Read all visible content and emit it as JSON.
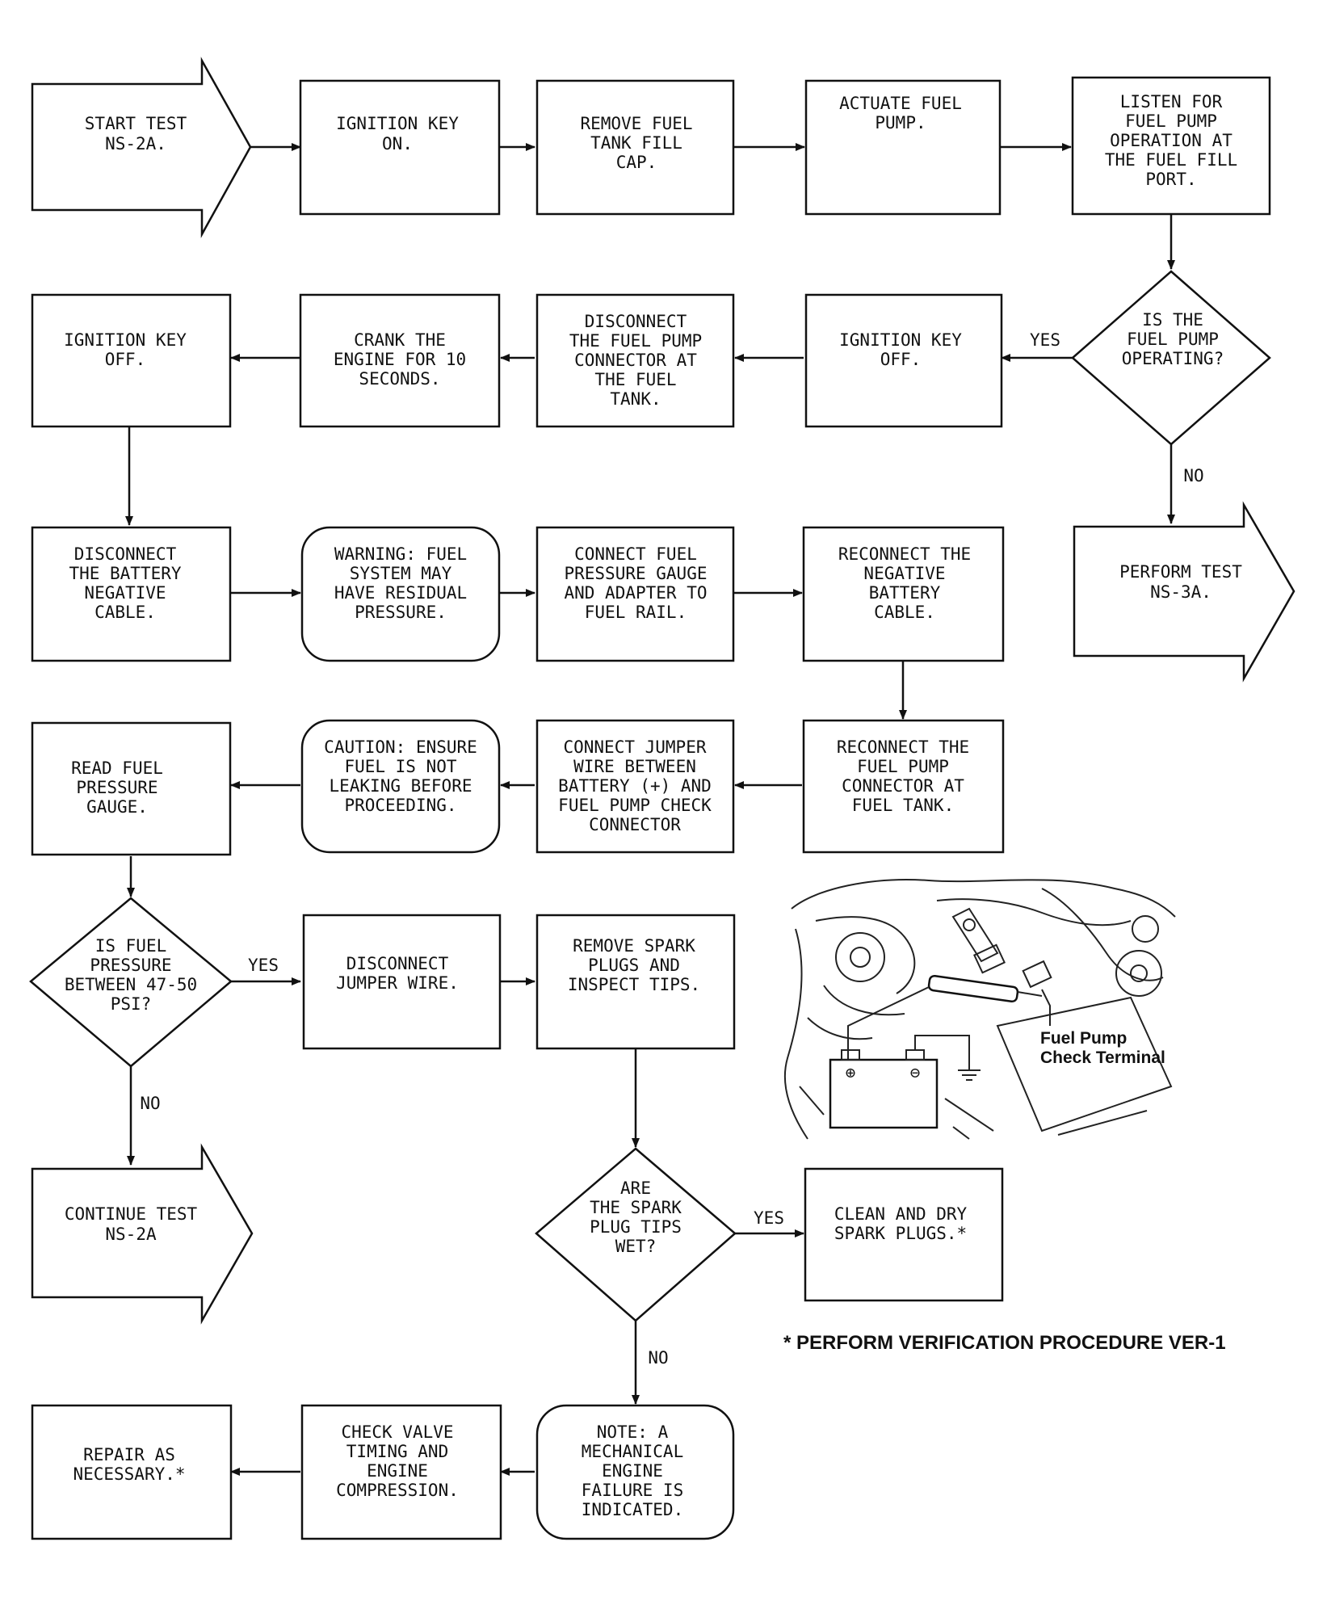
{
  "nodes": {
    "start": [
      "START TEST",
      "NS-2A."
    ],
    "key_on": [
      "IGNITION KEY",
      "ON."
    ],
    "remove_cap": [
      "REMOVE FUEL",
      "TANK FILL",
      "CAP."
    ],
    "actuate": [
      "ACTUATE FUEL",
      "PUMP."
    ],
    "listen": [
      "LISTEN FOR",
      "FUEL PUMP",
      "OPERATION AT",
      "THE FUEL FILL",
      "PORT."
    ],
    "pump_operating": [
      "IS THE",
      "FUEL PUMP",
      "OPERATING?"
    ],
    "key_off_1": [
      "IGNITION KEY",
      "OFF."
    ],
    "disconnect_pump": [
      "DISCONNECT",
      "THE FUEL PUMP",
      "CONNECTOR AT",
      "THE FUEL",
      "TANK."
    ],
    "crank": [
      "CRANK THE",
      "ENGINE FOR 10",
      "SECONDS."
    ],
    "key_off_2": [
      "IGNITION KEY",
      "OFF."
    ],
    "perform_ns3a": [
      "PERFORM TEST",
      "NS-3A."
    ],
    "disconnect_battery": [
      "DISCONNECT",
      "THE BATTERY",
      "NEGATIVE",
      "CABLE."
    ],
    "warning": [
      "WARNING: FUEL",
      "SYSTEM MAY",
      "HAVE RESIDUAL",
      "PRESSURE."
    ],
    "connect_gauge": [
      "CONNECT FUEL",
      "PRESSURE GAUGE",
      "AND ADAPTER TO",
      "FUEL RAIL."
    ],
    "reconnect_battery": [
      "RECONNECT THE",
      "NEGATIVE",
      "BATTERY",
      "CABLE."
    ],
    "reconnect_pump": [
      "RECONNECT THE",
      "FUEL PUMP",
      "CONNECTOR AT",
      "FUEL TANK."
    ],
    "jumper": [
      "CONNECT JUMPER",
      "WIRE BETWEEN",
      "BATTERY (+) AND",
      "FUEL PUMP CHECK",
      "CONNECTOR"
    ],
    "caution": [
      "CAUTION: ENSURE",
      "FUEL IS NOT",
      "LEAKING BEFORE",
      "PROCEEDING."
    ],
    "read_gauge": [
      "READ FUEL",
      "PRESSURE",
      "GAUGE."
    ],
    "pressure_ok": [
      "IS FUEL",
      "PRESSURE",
      "BETWEEN 47-50",
      "PSI?"
    ],
    "disconnect_jumper": [
      "DISCONNECT",
      "JUMPER WIRE."
    ],
    "remove_plugs": [
      "REMOVE SPARK",
      "PLUGS AND",
      "INSPECT TIPS."
    ],
    "continue": [
      "CONTINUE TEST",
      "NS-2A"
    ],
    "tips_wet": [
      "ARE",
      "THE SPARK",
      "PLUG TIPS",
      "WET?"
    ],
    "clean_plugs": [
      "CLEAN AND DRY",
      "SPARK PLUGS.*"
    ],
    "note_failure": [
      "NOTE: A",
      "MECHANICAL",
      "ENGINE",
      "FAILURE IS",
      "INDICATED."
    ],
    "check_valve": [
      "CHECK VALVE",
      "TIMING AND",
      "ENGINE",
      "COMPRESSION."
    ],
    "repair": [
      "REPAIR AS",
      "NECESSARY.*"
    ]
  },
  "edge_labels": {
    "pump_yes": "YES",
    "pump_no": "NO",
    "pressure_yes": "YES",
    "pressure_no": "NO",
    "tips_yes": "YES",
    "tips_no": "NO"
  },
  "illustration": {
    "callout": [
      "Fuel Pump",
      "Check Terminal"
    ],
    "battery_plus": "⊕",
    "battery_minus": "⊖"
  },
  "footnote": "* PERFORM VERIFICATION PROCEDURE VER-1"
}
